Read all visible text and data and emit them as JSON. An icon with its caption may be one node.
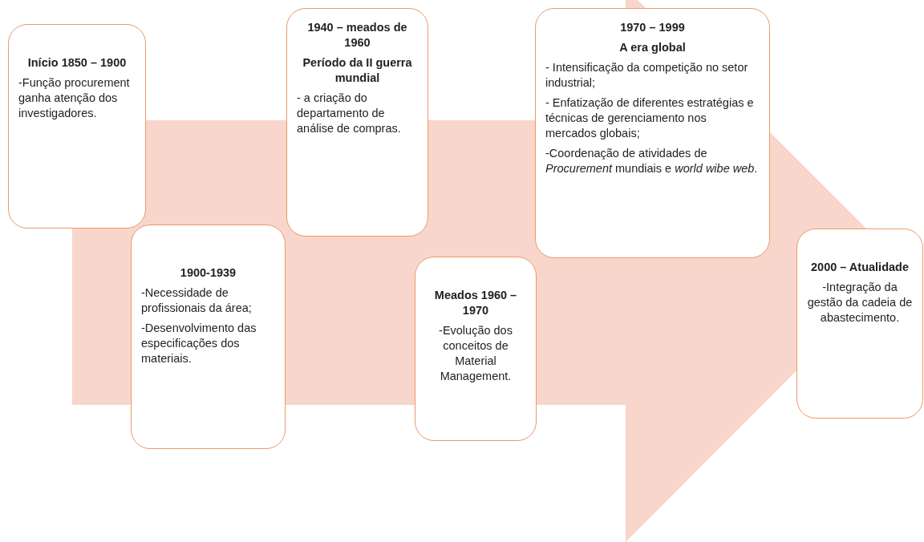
{
  "diagram": {
    "nodes": [
      {
        "text": [
          "Início 1850 – 1900",
          "-Função procurement ganha atenção dos investigadores."
        ]
      },
      {
        "text": [
          "1900-1939",
          "-Necessidade de profissionais da área;",
          "-Desenvolvimento das especificações dos materiais."
        ]
      },
      {
        "text": [
          "1940 – meados de 1960",
          "Período da II guerra mundial",
          "- a criação do departamento de análise de compras."
        ]
      },
      {
        "text": [
          "Meados 1960 – 1970",
          "-Evolução dos conceitos de Material Management."
        ]
      },
      {
        "text": [
          "1970 – 1999",
          "A era global",
          "- Intensificação da competição no setor industrial;",
          "- Enfatização de diferentes estratégias e técnicas de gerenciamento nos mercados globais;",
          "-Coordenação de atividades de *Procurement* mundiais e *world wibe web*."
        ]
      },
      {
        "text": [
          "2000 – Atualidade",
          "-Integração da gestão da cadeia de abastecimento."
        ]
      }
    ],
    "edges": []
  }
}
